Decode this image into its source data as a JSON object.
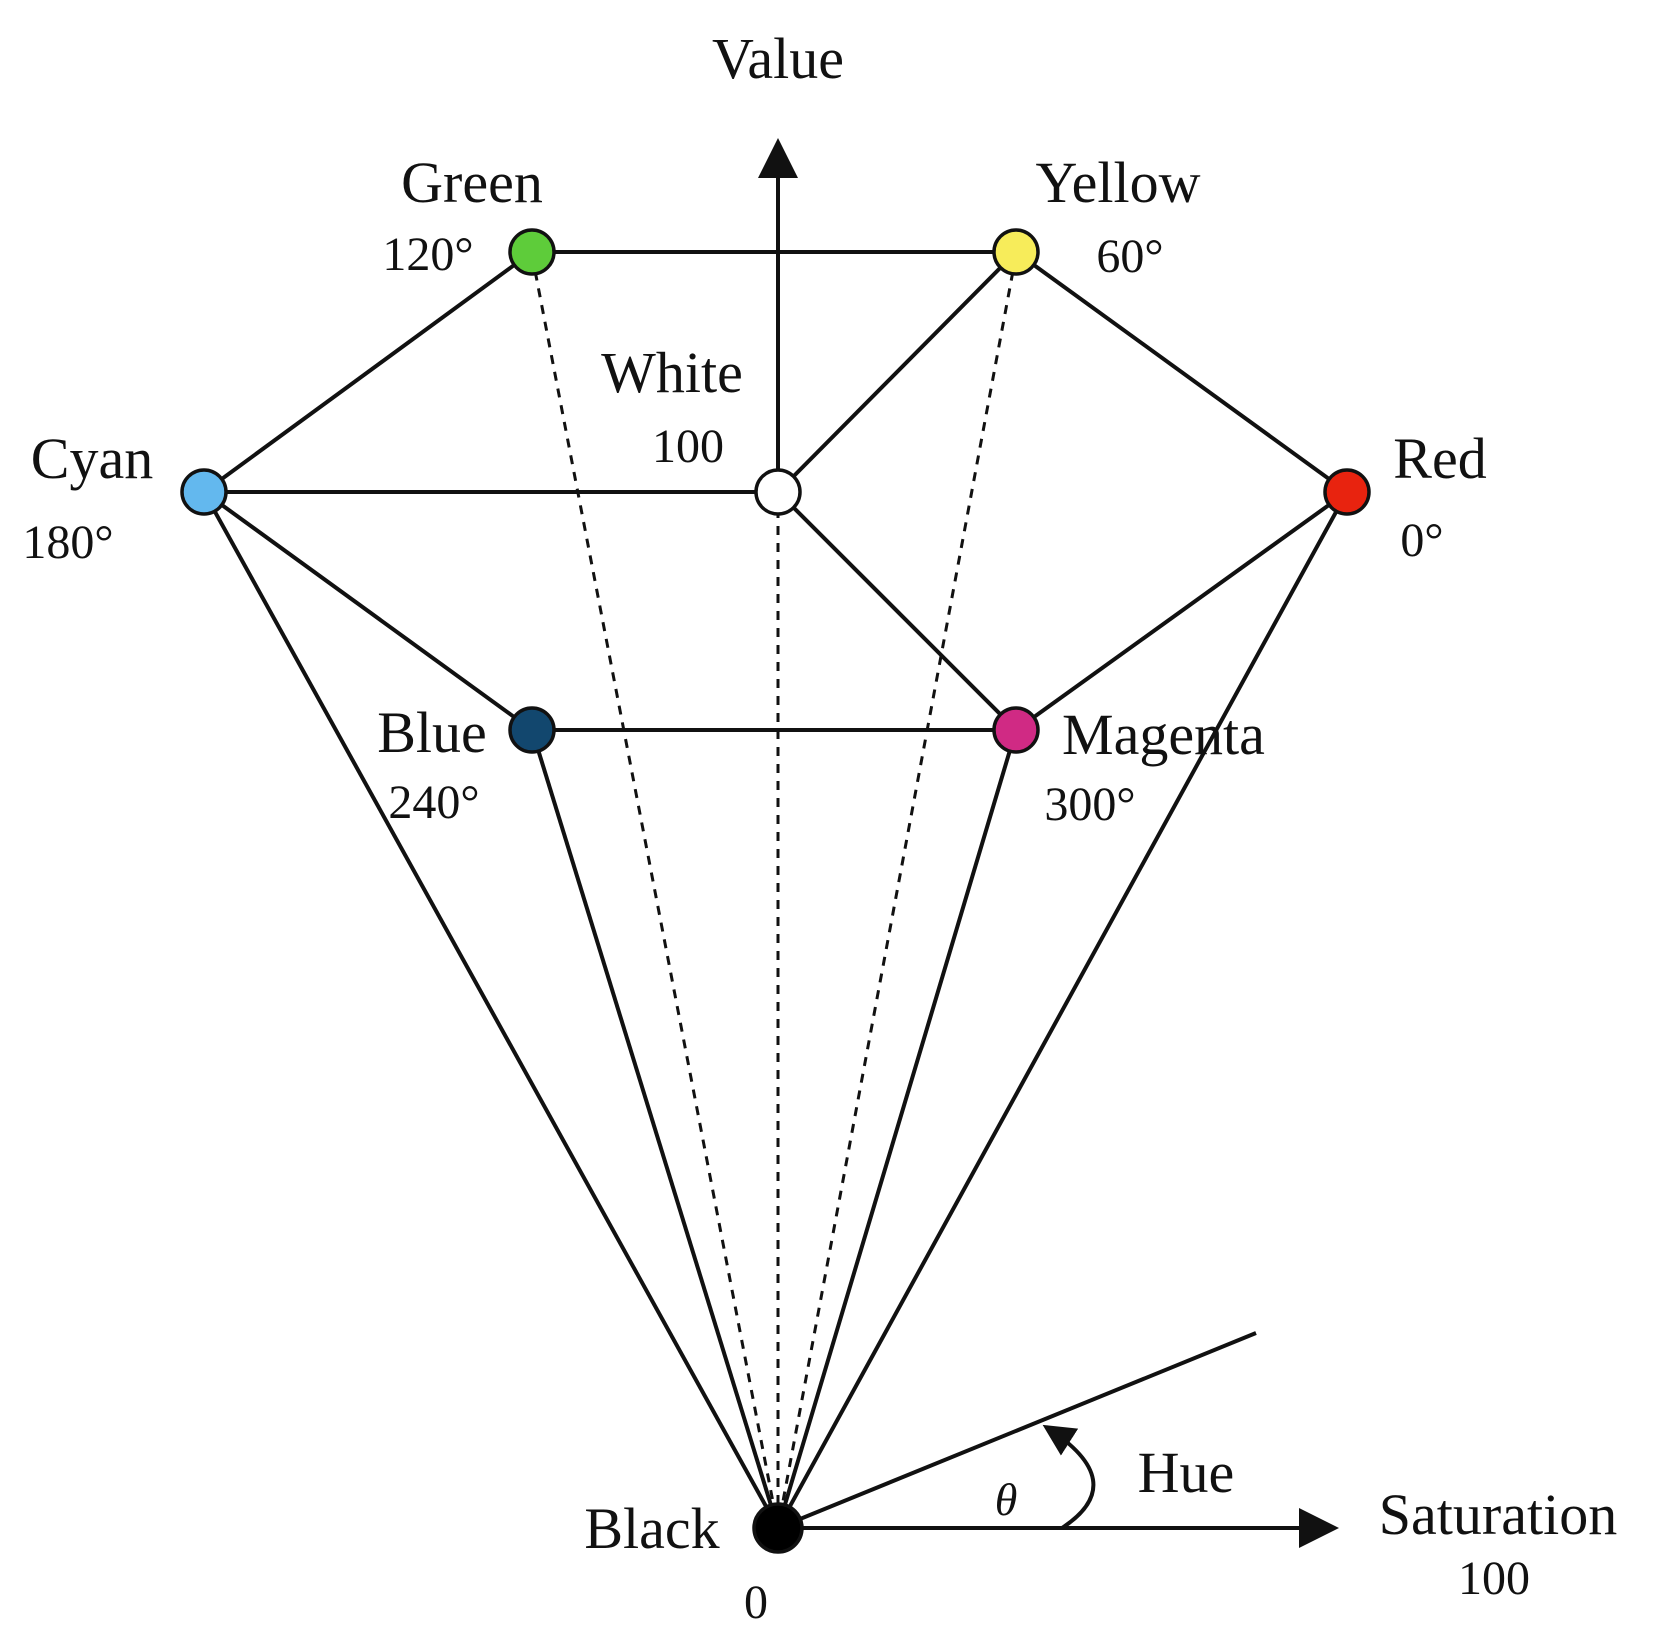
{
  "axes": {
    "value": "Value",
    "saturation": "Saturation",
    "saturation_max": "100",
    "hue": "Hue",
    "theta": "θ"
  },
  "nodes": {
    "green": {
      "name": "Green",
      "angle": "120°",
      "color": "#5ecc3a"
    },
    "yellow": {
      "name": "Yellow",
      "angle": "60°",
      "color": "#f7ec5a"
    },
    "cyan": {
      "name": "Cyan",
      "angle": "180°",
      "color": "#63b8ee"
    },
    "white": {
      "name": "White",
      "value": "100",
      "color": "#ffffff"
    },
    "red": {
      "name": "Red",
      "angle": "0°",
      "color": "#e8230f"
    },
    "blue": {
      "name": "Blue",
      "angle": "240°",
      "color": "#12476e"
    },
    "magenta": {
      "name": "Magenta",
      "angle": "300°",
      "color": "#d02a84"
    },
    "black": {
      "name": "Black",
      "value": "0",
      "color": "#000000"
    }
  }
}
